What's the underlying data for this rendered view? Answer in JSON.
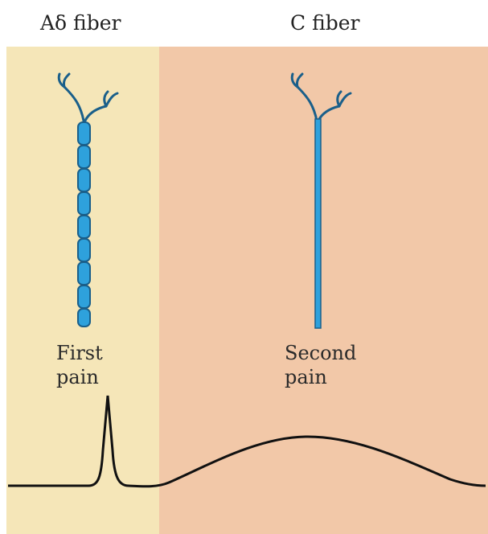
{
  "panels": {
    "left": {
      "title": "Aδ fiber",
      "label_line1": "First",
      "label_line2": "pain",
      "background": "#f5e6b8",
      "fiber_type": "myelinated"
    },
    "right": {
      "title": "C fiber",
      "label_line1": "Second",
      "label_line2": "pain",
      "background": "#f2c8a8",
      "fiber_type": "unmyelinated"
    }
  },
  "colors": {
    "fiber_fill": "#2ea1dc",
    "fiber_stroke": "#1a5f8a",
    "curve": "#111111"
  }
}
